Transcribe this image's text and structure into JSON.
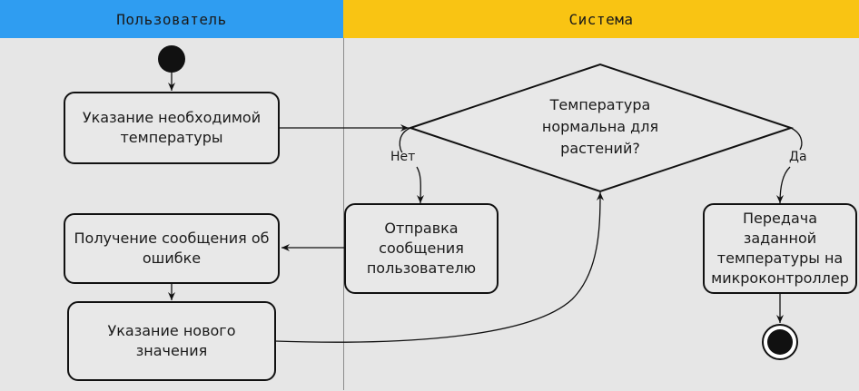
{
  "lanes": {
    "user": "Пользователь",
    "system": "Система"
  },
  "nodes": {
    "specify_temp": "Указание необходимой температуры",
    "receive_error": "Получение сообщения об ошибке",
    "specify_new": "Указание нового значения",
    "send_message": "Отправка сообщения пользователю",
    "decision": "Температура нормальна для растений?",
    "transmit": "Передача заданной температуры на микроконтроллер"
  },
  "edges": {
    "no": "Нет",
    "yes": "Да"
  },
  "colors": {
    "user_lane": "#2f9df1",
    "system_lane": "#f9c413",
    "background": "#e6e6e6"
  }
}
